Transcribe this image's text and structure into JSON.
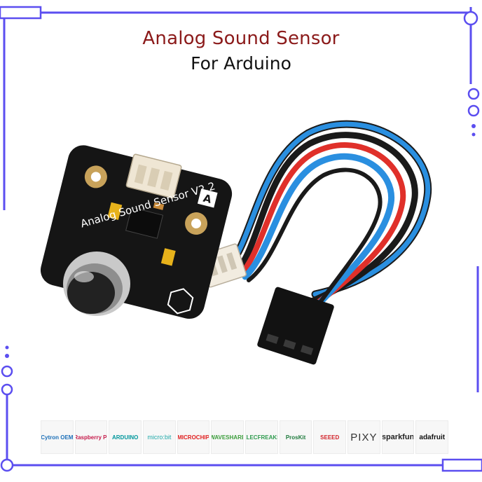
{
  "title": {
    "line1": "Analog Sound Sensor",
    "line2": "For Arduino"
  },
  "product": {
    "board_label": "Analog Sound Sensor V2.2",
    "pin_marker": "A"
  },
  "colors": {
    "frame": "#5b4ef0",
    "title_red": "#8b1a1a",
    "wire_blue": "#2a8fe0",
    "wire_red": "#e0302a",
    "wire_black": "#1a1a1a",
    "board": "#151515"
  },
  "logos": [
    {
      "label": "Cytron OEM",
      "color": "#1c6fb8"
    },
    {
      "label": "Raspberry Pi",
      "color": "#c51a4a"
    },
    {
      "label": "ARDUINO",
      "color": "#00979c"
    },
    {
      "label": "micro:bit",
      "color": "#1aa6a6"
    },
    {
      "label": "MICROCHIP",
      "color": "#e01e1e"
    },
    {
      "label": "WAVESHARE",
      "color": "#3b9d3b"
    },
    {
      "label": "ELECFREAKS",
      "color": "#2f9b4f"
    },
    {
      "label": "ProsKit",
      "color": "#1e7a3c"
    },
    {
      "label": "SEEED",
      "color": "#d2232a"
    },
    {
      "label": "PIXY",
      "color": "#333333"
    },
    {
      "label": "sparkfun",
      "color": "#e0302a"
    },
    {
      "label": "adafruit",
      "color": "#111111"
    }
  ]
}
